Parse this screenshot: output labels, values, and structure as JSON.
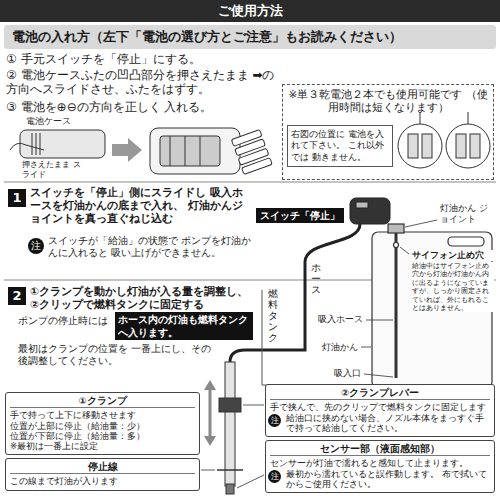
{
  "diagram": {
    "title": "ご使用方法",
    "nodes": [
      {
        "text": [
          "電池の入れ方（左下「電池の選び方とご注意」もお読みください）"
        ]
      },
      {
        "text": [
          "※単３乾電池２本でも使用可能です （使用時間は短くなります）"
        ]
      },
      {
        "text": [
          "右図の位置に 電池を入れて下さい。 これ以外では 動きません。"
        ],
        "in": 1
      },
      {
        "text": [
          "1"
        ]
      },
      {
        "text": [
          "注"
        ]
      },
      {
        "text": [
          "スイッチ「停止」"
        ]
      },
      {
        "text": [
          "2"
        ]
      },
      {
        "text": [
          "ホース内の灯油も燃料タンクへ入ります。"
        ]
      },
      {
        "text": [
          "①クランプ",
          "手で持って上下に移動させます",
          "位置が上部に停止（給油量：少）",
          "位置が下部に停止（給油量：多）",
          "※最初は一番上に設定"
        ]
      },
      {
        "text": [
          "停止線",
          "この線まで灯油が入ります"
        ]
      },
      {
        "text": [
          "②クランプレバー",
          "手で挟んで、先のクリップで燃料タンクに固定します",
          "給油口に挟めない場合、ノズル本体をまっすぐ手で持って給油してください。"
        ]
      },
      {
        "text": [
          "注"
        ],
        "in": 10
      },
      {
        "text": [
          "センサー部（液面感知部）",
          "センサーが灯油で濡れると感知して止まります。",
          "最初から濡れていると誤作動します。 布で拭いてからご使用ください。"
        ]
      },
      {
        "text": [
          "注"
        ],
        "in": 12
      }
    ],
    "labels": [
      "① 手元スイッチを「停止」にする。",
      "② 電池ケースふたの凹凸部分を押さえたまま ➡の方向へスライドさせ、ふたをはずす。",
      "③ 電池を⊕⊖の方向を正しく 入れる。",
      "電池ケース",
      "押さえたまま スライド",
      "スイッチを「停止」側にスライドし 吸入ホースを灯油かんの底まで入れ、 灯油かんジョイントを真っ直ぐねじ込む",
      "スイッチが「給油」の状態で ポンプを灯油かんに入れると 吸い上げができません。",
      "灯油かん ジョイント",
      "ホース",
      "サイフォン止め穴",
      "給油中はサイフォン止め穴から灯油が灯油かん内に出るようになっていますが、しっかり固定されていれば、外にもれることはありません。",
      "吸入ホース",
      "灯油かん",
      "吸入口",
      "①クランプを動かし灯油が入る量を調整し、 ②クリップで燃料タンクに固定する",
      "ポンプの停止時には",
      "最初はクランプの位置を 一番上にし、その後調整してください。",
      "燃料タンク"
    ]
  }
}
